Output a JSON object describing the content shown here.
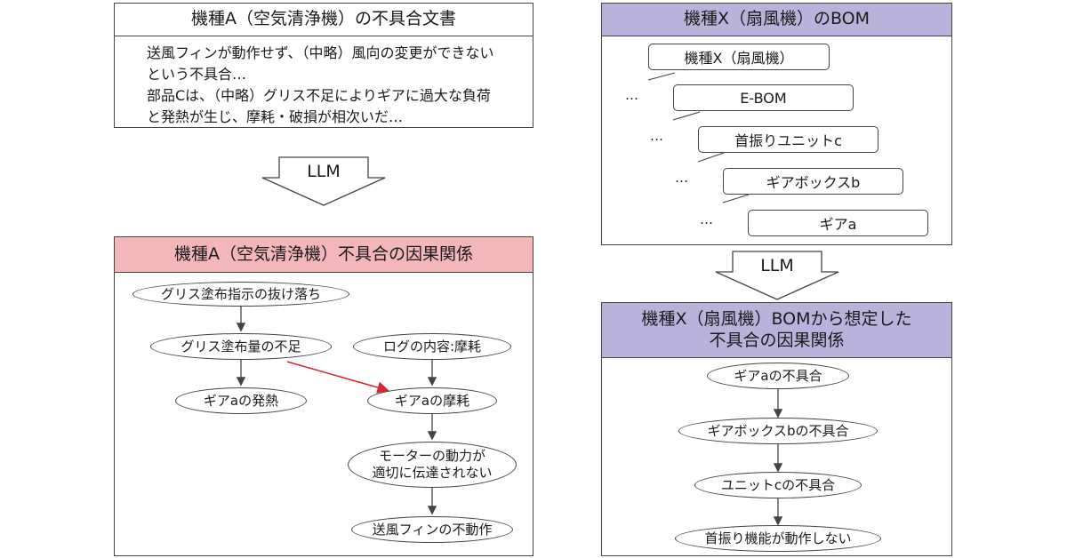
{
  "doc_panel": {
    "title": "機種A（空気清浄機）の不具合文書",
    "lines": [
      "送風フィンが動作せず、（中略）風向の変更ができない",
      "という不具合…",
      "部品Cは、（中略）グリス不足によりギアに過大な負荷",
      "と発熱が生じ、摩耗・破損が相次いだ…"
    ]
  },
  "llm_label_left": "LLM",
  "llm_label_right": "LLM",
  "causal_a": {
    "title": "機種A（空気清浄機）不具合の因果関係",
    "nodes": {
      "grease_missing": "グリス塗布指示の抜け落ち",
      "grease_short": "グリス塗布量の不足",
      "log": "ログの内容:摩耗",
      "gear_heat": "ギアaの発熱",
      "gear_wear": "ギアaの摩耗",
      "motor_line1": "モーターの動力が",
      "motor_line2": "適切に伝達されない",
      "fin_stop": "送風フィンの不動作"
    }
  },
  "bom_panel": {
    "title": "機種X（扇風機）のBOM",
    "items": [
      "機種X（扇風機）",
      "E-BOM",
      "首振りユニットc",
      "ギアボックスb",
      "ギアa"
    ],
    "ellipsis": "…"
  },
  "causal_x": {
    "title_line1": "機種X（扇風機）BOMから想定した",
    "title_line2": "不具合の因果関係",
    "nodes": [
      "ギアaの不具合",
      "ギアボックスbの不具合",
      "ユニットcの不具合",
      "首振り機能が動作しない"
    ]
  },
  "colors": {
    "pink_header": "#f4b7b9",
    "purple_header": "#b9b2da",
    "red_arrow": "#d7262b",
    "line": "#444444"
  }
}
